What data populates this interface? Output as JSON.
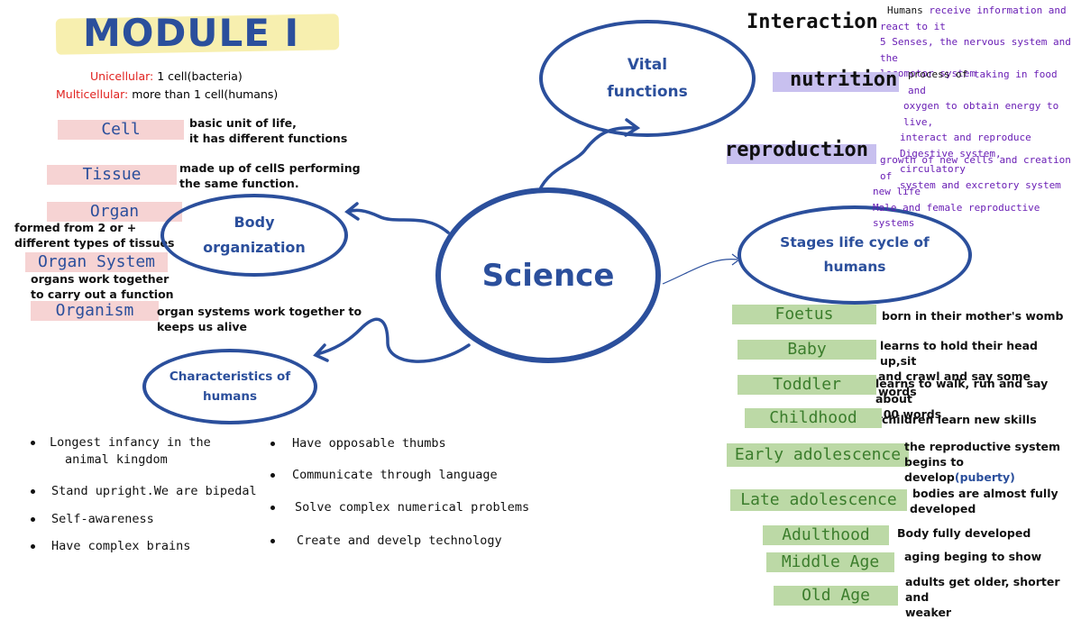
{
  "title": "MODULE I",
  "center": "Science",
  "unicellular": {
    "label": "Unicellular:",
    "text": " 1 cell(bacteria)"
  },
  "multicellular": {
    "label": "Multicellular:",
    "text": " more than 1 cell(humans)"
  },
  "body_org": {
    "title": [
      "Body",
      "organization"
    ],
    "terms": [
      {
        "term": "Cell",
        "desc": [
          "basic unit of life,",
          "it has different functions"
        ]
      },
      {
        "term": "Tissue",
        "desc": [
          "made up of cellS performing",
          "the same function."
        ]
      },
      {
        "term": "Organ",
        "desc": [
          "formed from 2 or +",
          "different types of tissues"
        ]
      },
      {
        "term": "Organ System",
        "desc": [
          "organs work together",
          "to carry out a function"
        ]
      },
      {
        "term": "Organism",
        "desc": [
          "organ systems work together to",
          "keeps us alive"
        ]
      }
    ]
  },
  "vital": {
    "title": [
      "Vital",
      "functions"
    ],
    "interaction": {
      "term": "Interaction",
      "line1a": "Humans ",
      "line1b": "receive information and",
      "line2": "react to it",
      "line3": "5 Senses, the nervous system and the",
      "line4": "locomotor system"
    },
    "nutrition": {
      "term": "nutrition",
      "line1a": "process of ",
      "line1b": "taking in food and",
      "line2": "oxygen to obtain energy to live,",
      "line3": "interact and reproduce",
      "line4": "Digestive system, circulatory",
      "line5": "system and excretory system"
    },
    "reproduction": {
      "term": "reproduction",
      "line1": "growth of new cells and creation of",
      "line2": "new life",
      "line3": "Male and female reproductive systems"
    }
  },
  "stages": {
    "title": [
      "Stages life cycle of",
      "humans"
    ],
    "items": [
      {
        "term": "Foetus",
        "desc": [
          "born in their mother's womb"
        ]
      },
      {
        "term": "Baby",
        "desc": [
          "learns to hold their head up,sit",
          "and crawl and say some words"
        ]
      },
      {
        "term": "Toddler",
        "desc": [
          "learns to walk, run and say about",
          "100 words"
        ]
      },
      {
        "term": "Childhood",
        "desc": [
          "children learn new skills"
        ]
      },
      {
        "term": "Early adolescence",
        "desc": [
          "the reproductive system",
          "begins to develop"
        ],
        "highlight": "(puberty)"
      },
      {
        "term": "Late adolescence",
        "desc": [
          "bodies are almost fully",
          "developed"
        ]
      },
      {
        "term": "Adulthood",
        "desc": [
          "Body fully developed"
        ]
      },
      {
        "term": "Middle Age",
        "desc": [
          "aging beging to show"
        ]
      },
      {
        "term": "Old Age",
        "desc": [
          "adults get  older, shorter and",
          "weaker"
        ]
      }
    ]
  },
  "characteristics": {
    "title": [
      "Characteristics of",
      "humans"
    ],
    "left": [
      [
        "Longest infancy in the",
        "animal kingdom"
      ],
      [
        "Stand upright.We are bipedal"
      ],
      [
        "Self-awareness"
      ],
      [
        "Have complex brains"
      ]
    ],
    "right": [
      [
        "Have  opposable thumbs"
      ],
      [
        "Communicate through language"
      ],
      [
        "Solve complex  numerical problems"
      ],
      [
        "Create and develp technology"
      ]
    ]
  },
  "colors": {
    "blue": "#2b4f9c",
    "green": "#bcd9a6",
    "pink": "#f6d3d3",
    "purple": "#6a1fb5",
    "red": "#e0221f",
    "yellow": "#f7efaf"
  }
}
